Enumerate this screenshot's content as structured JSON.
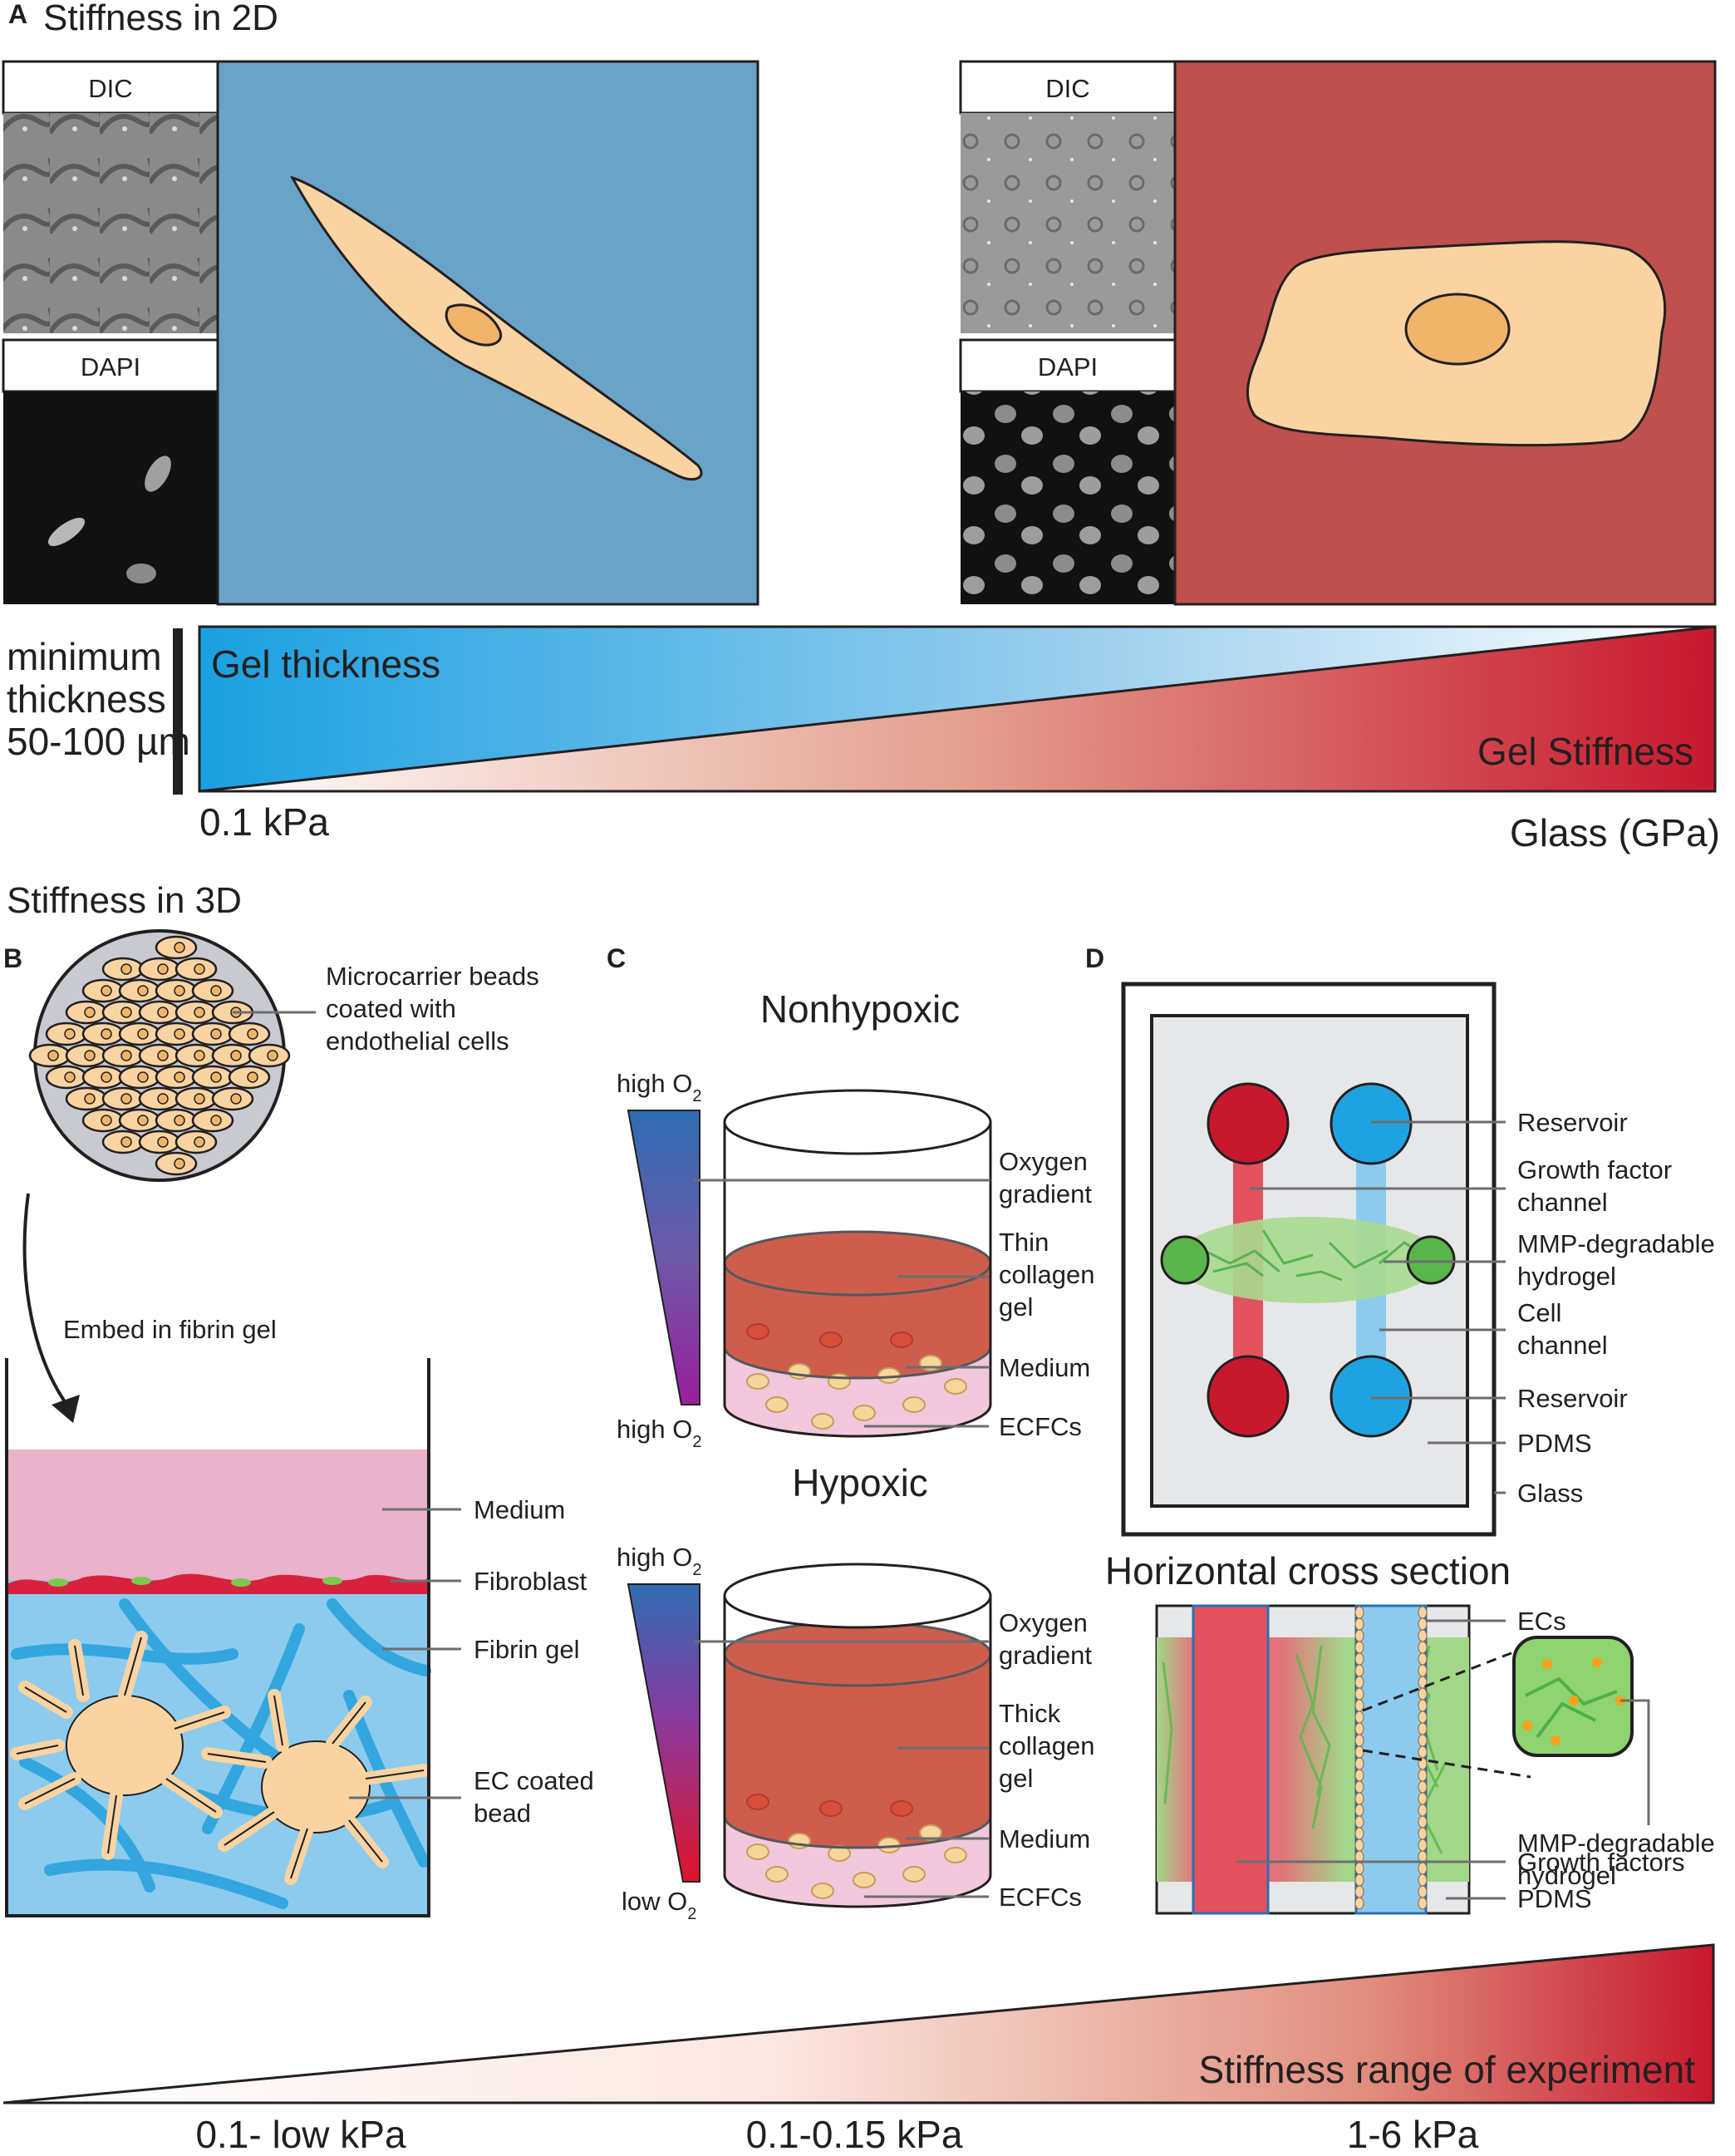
{
  "panel_a": {
    "letter": "A",
    "title": "Stiffness in 2D",
    "dic_label": "DIC",
    "dapi_label": "DAPI",
    "colors": {
      "soft_substrate": "#6aa3c8",
      "stiff_substrate": "#c0504d",
      "cell": "#f9d4a2",
      "nucleus": "#f0b46a"
    },
    "min_thickness_lines": [
      "minimum",
      "thickness",
      "50-100 µm"
    ],
    "gel_thickness_label": "Gel thickness",
    "gel_stiffness_label": "Gel Stiffness",
    "scale_left": "0.1 kPa",
    "scale_right": "Glass (GPa)"
  },
  "section_3d_title": "Stiffness in 3D",
  "panel_b": {
    "letter": "B",
    "bead_label_lines": [
      "Microcarrier beads",
      "coated with",
      "endothelial cells"
    ],
    "embed_label": "Embed in fibrin gel",
    "medium": "Medium",
    "fibroblast": "Fibroblast",
    "fibrin_gel": "Fibrin gel",
    "ec_bead_lines": [
      "EC coated",
      "bead"
    ]
  },
  "panel_c": {
    "letter": "C",
    "nonhypoxic": {
      "title": "Nonhypoxic",
      "o2_top": "high O",
      "o2_bottom": "high O",
      "o2_sub": "2",
      "oxygen_gradient_lines": [
        "Oxygen",
        "gradient"
      ],
      "collagen_lines": [
        "Thin",
        "collagen",
        "gel"
      ],
      "medium": "Medium",
      "cells": "ECFCs"
    },
    "hypoxic": {
      "title": "Hypoxic",
      "o2_top": "high O",
      "o2_bottom": "low O",
      "o2_sub": "2",
      "oxygen_gradient_lines": [
        "Oxygen",
        "gradient"
      ],
      "collagen_lines": [
        "Thick",
        "collagen",
        "gel"
      ],
      "medium": "Medium",
      "cells": "ECFCs"
    }
  },
  "panel_d": {
    "letter": "D",
    "reservoir": "Reservoir",
    "growth_factor_channel_lines": [
      "Growth factor",
      "channel"
    ],
    "hydrogel_lines": [
      "MMP-degradable",
      "hydrogel"
    ],
    "cell_channel_lines": [
      "Cell",
      "channel"
    ],
    "pdms": "PDMS",
    "glass": "Glass",
    "cross_section_title": "Horizontal cross section",
    "ecs": "ECs",
    "growth_factors": "Growth factors"
  },
  "bottom_scale": {
    "label": "Stiffness range of experiment",
    "ticks": [
      "0.1- low kPa",
      "0.1-0.15 kPa",
      "1-6 kPa"
    ]
  }
}
